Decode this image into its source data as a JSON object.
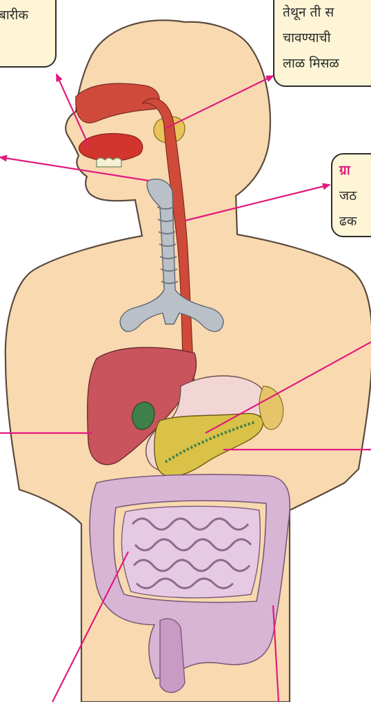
{
  "callouts": {
    "top_left": {
      "line1": "बारीक"
    },
    "top_right": {
      "line1": "तेथून ती स",
      "line2": "चावण्याची",
      "line3": "लाळ मिसळ"
    },
    "mid_right": {
      "title": "ग्रा",
      "line1": "जठ",
      "line2": "ढक"
    }
  },
  "colors": {
    "skin": "#f8d9b0",
    "skin_outline": "#5a4a3e",
    "esophagus": "#d04a3a",
    "trachea": "#b9c0c8",
    "liver": "#c9545e",
    "stomach": "#f2d6d6",
    "pancreas": "#d9c247",
    "intestine": "#d8b5d4",
    "pointer": "#e2197e",
    "callout_fill": "#fdf5d6",
    "highlight_text": "#e2197e"
  },
  "icons": {
    "pointer_arrow": "arrowhead"
  }
}
